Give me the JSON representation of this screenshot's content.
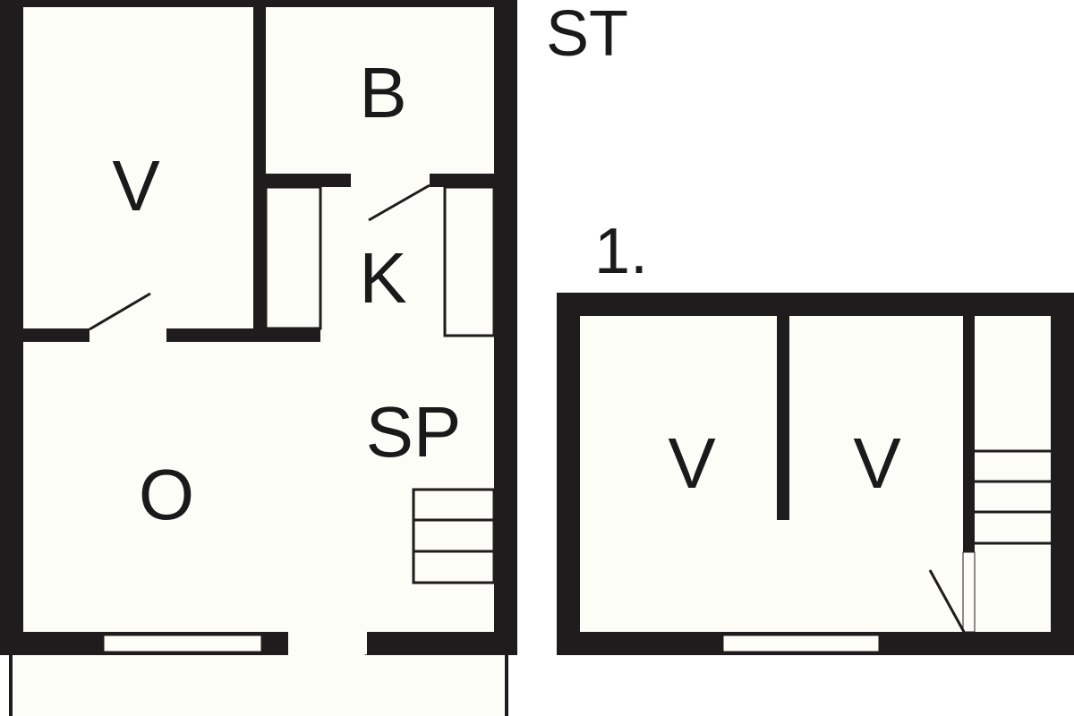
{
  "diagram": {
    "type": "floor-plan",
    "colors": {
      "wall": "#1e1c1c",
      "floor": "#fdfdf8",
      "background": "#ffffff"
    },
    "floors": [
      {
        "name": "ST",
        "rooms": [
          {
            "label": "V"
          },
          {
            "label": "B"
          },
          {
            "label": "K"
          },
          {
            "label": "SP"
          },
          {
            "label": "O"
          }
        ]
      },
      {
        "name": "1.",
        "rooms": [
          {
            "label": "V"
          },
          {
            "label": "V"
          }
        ]
      }
    ]
  }
}
